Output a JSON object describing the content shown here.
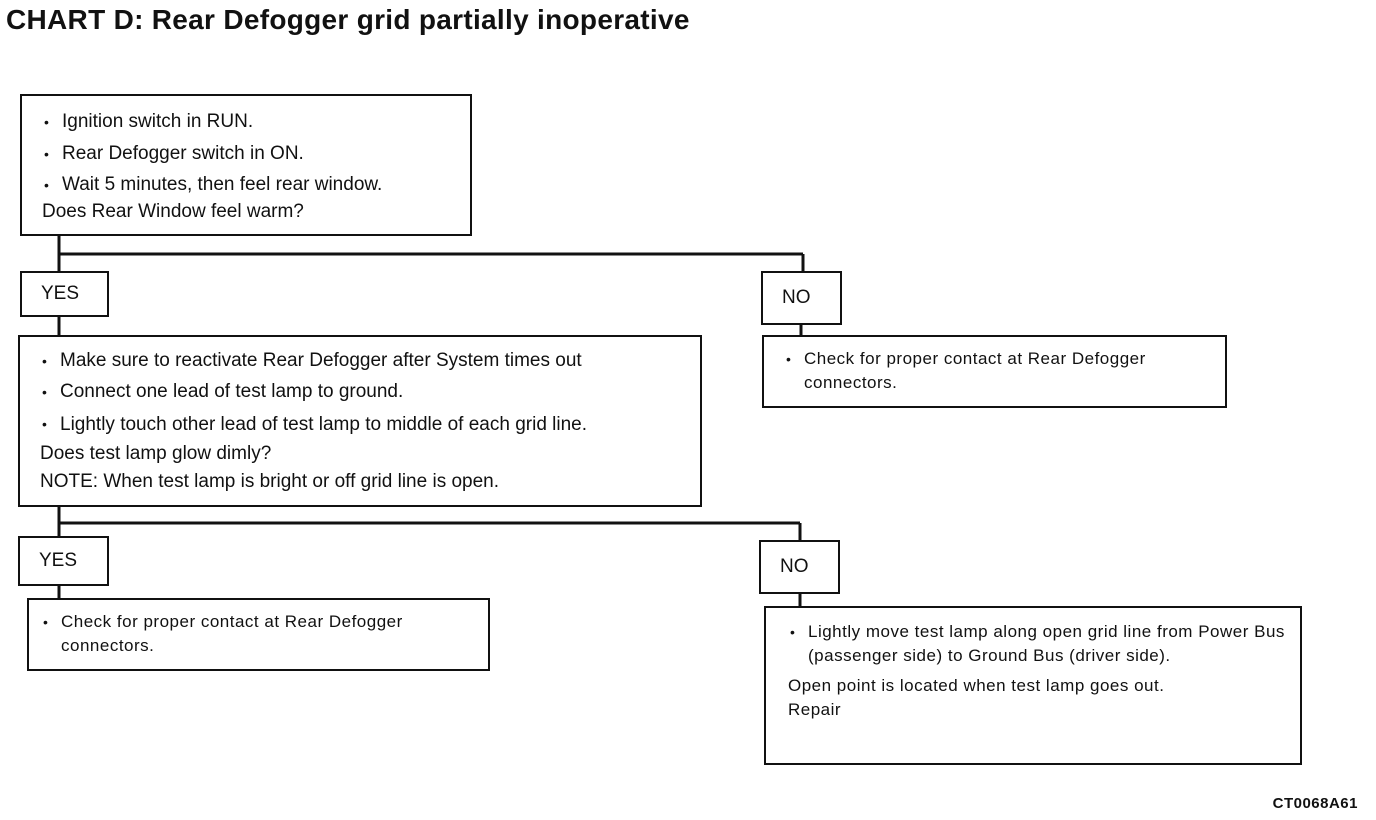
{
  "title": "CHART D: Rear Defogger grid partially inoperative",
  "start_box": {
    "bullets": [
      "Ignition switch in RUN.",
      "Rear Defogger switch in ON.",
      "Wait 5 minutes, then feel rear window."
    ],
    "question": "Does Rear Window feel warm?"
  },
  "branch1": {
    "yes_label": "YES",
    "no_label": "NO",
    "no_result": {
      "bullets": [
        "Check for proper contact at Rear Defogger connectors."
      ]
    }
  },
  "test_box": {
    "bullets": [
      "Make sure to reactivate Rear Defogger after System times out",
      "Connect one lead of test lamp to ground.",
      "Lightly touch other lead of test lamp to middle of each grid line."
    ],
    "question": "Does test lamp glow dimly?",
    "note": "NOTE: When test lamp is bright or off grid line is open."
  },
  "branch2": {
    "yes_label": "YES",
    "no_label": "NO",
    "yes_result": {
      "bullets": [
        "Check for proper contact at Rear Defogger connectors."
      ]
    },
    "no_result": {
      "bullets": [
        "Lightly move test lamp along open grid line from Power Bus (passenger side) to Ground Bus (driver side)."
      ],
      "text1": "Open point is located when test lamp goes out.",
      "text2": "Repair"
    }
  },
  "figure_code": "CT0068A61"
}
